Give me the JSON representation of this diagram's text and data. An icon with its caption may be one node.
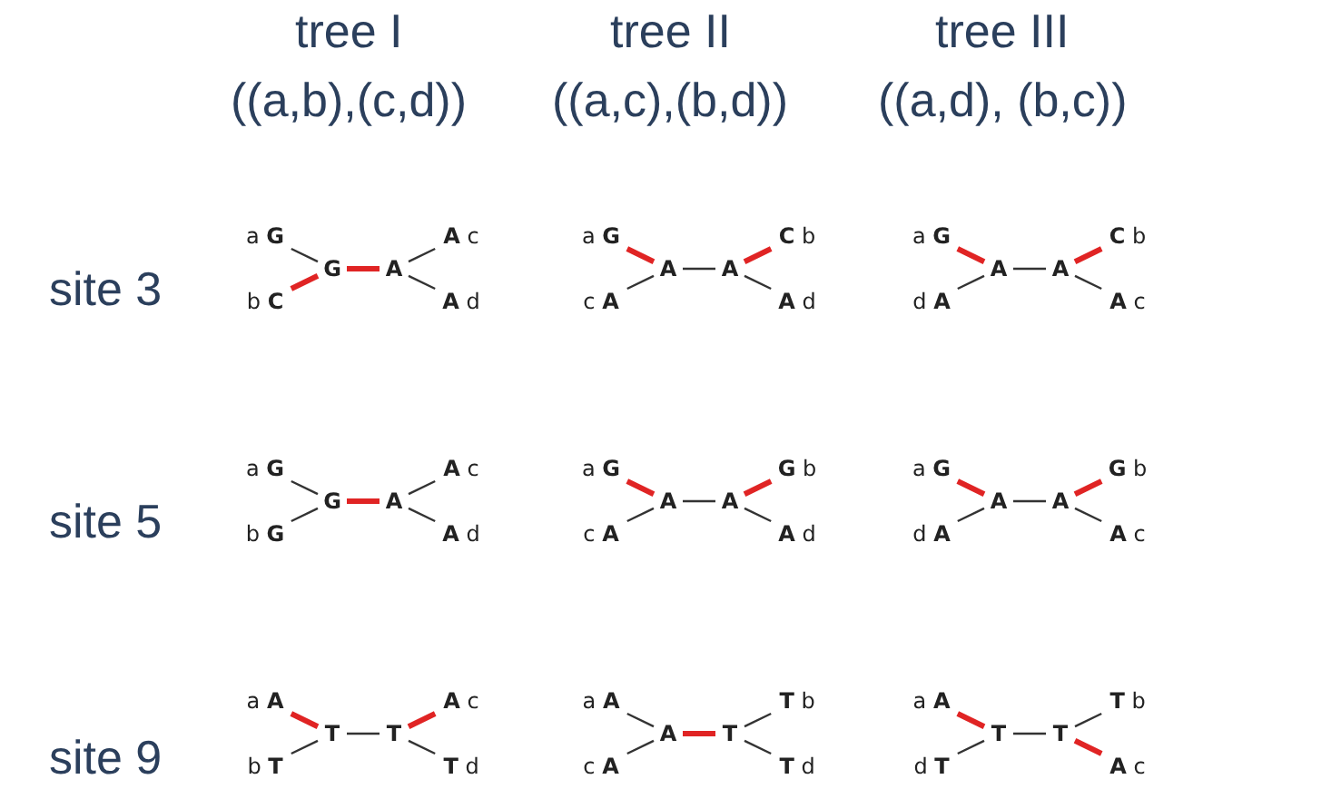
{
  "diagram": {
    "nodes": [
      {
        "text": [
          "a **G**"
        ]
      },
      {
        "text": [
          "b **C**"
        ]
      },
      {
        "text": [
          "**G**"
        ]
      },
      {
        "text": [
          "**A**"
        ]
      },
      {
        "text": [
          "**A** c"
        ]
      },
      {
        "text": [
          "**A** d"
        ]
      },
      {
        "text": [
          "a **G**"
        ]
      },
      {
        "text": [
          "c **A**"
        ]
      },
      {
        "text": [
          "**A**"
        ]
      },
      {
        "text": [
          "**A**"
        ]
      },
      {
        "text": [
          "**C** b"
        ]
      },
      {
        "text": [
          "**A** d"
        ]
      },
      {
        "text": [
          "a **G**"
        ]
      },
      {
        "text": [
          "d **A**"
        ]
      },
      {
        "text": [
          "**A**"
        ]
      },
      {
        "text": [
          "**A**"
        ]
      },
      {
        "text": [
          "**C** b"
        ]
      },
      {
        "text": [
          "**A** c"
        ]
      },
      {
        "text": [
          "a **G**"
        ]
      },
      {
        "text": [
          "b **G**"
        ]
      },
      {
        "text": [
          "**G**"
        ]
      },
      {
        "text": [
          "**A**"
        ]
      },
      {
        "text": [
          "**A** c"
        ]
      },
      {
        "text": [
          "**A** d"
        ]
      },
      {
        "text": [
          "a **G**"
        ]
      },
      {
        "text": [
          "c **A**"
        ]
      },
      {
        "text": [
          "**A**"
        ]
      },
      {
        "text": [
          "**A**"
        ]
      },
      {
        "text": [
          "**G** b"
        ]
      },
      {
        "text": [
          "**A** d"
        ]
      },
      {
        "text": [
          "a **G**"
        ]
      },
      {
        "text": [
          "d **A**"
        ]
      },
      {
        "text": [
          "**A**"
        ]
      },
      {
        "text": [
          "**A**"
        ]
      },
      {
        "text": [
          "**G** b"
        ]
      },
      {
        "text": [
          "**A** c"
        ]
      },
      {
        "text": [
          "a **A**"
        ]
      },
      {
        "text": [
          "b **T**"
        ]
      },
      {
        "text": [
          "**T**"
        ]
      },
      {
        "text": [
          "**T**"
        ]
      },
      {
        "text": [
          "**A** c"
        ]
      },
      {
        "text": [
          "**T** d"
        ]
      },
      {
        "text": [
          "a **A**"
        ]
      },
      {
        "text": [
          "c **A**"
        ]
      },
      {
        "text": [
          "**A**"
        ]
      },
      {
        "text": [
          "**T**"
        ]
      },
      {
        "text": [
          "**T** b"
        ]
      },
      {
        "text": [
          "**T** d"
        ]
      },
      {
        "text": [
          "a **A**"
        ]
      },
      {
        "text": [
          "d **T**"
        ]
      },
      {
        "text": [
          "**T**"
        ]
      },
      {
        "text": [
          "**T**"
        ]
      },
      {
        "text": [
          "**T** b"
        ]
      },
      {
        "text": [
          "**A** c"
        ]
      }
    ],
    "edges": [
      {
        "from": 0,
        "to": 2,
        "arrow": "none"
      },
      {
        "from": 1,
        "to": 2,
        "arrow": "none",
        "style": "thick",
        "color": "#e02424"
      },
      {
        "from": 2,
        "to": 3,
        "arrow": "none",
        "style": "thick",
        "color": "#e02424"
      },
      {
        "from": 3,
        "to": 4,
        "arrow": "none"
      },
      {
        "from": 3,
        "to": 5,
        "arrow": "none"
      },
      {
        "from": 6,
        "to": 8,
        "arrow": "none",
        "style": "thick",
        "color": "#e02424"
      },
      {
        "from": 7,
        "to": 8,
        "arrow": "none"
      },
      {
        "from": 8,
        "to": 9,
        "arrow": "none"
      },
      {
        "from": 9,
        "to": 10,
        "arrow": "none",
        "style": "thick",
        "color": "#e02424"
      },
      {
        "from": 9,
        "to": 11,
        "arrow": "none"
      },
      {
        "from": 12,
        "to": 14,
        "arrow": "none",
        "style": "thick",
        "color": "#e02424"
      },
      {
        "from": 13,
        "to": 14,
        "arrow": "none"
      },
      {
        "from": 14,
        "to": 15,
        "arrow": "none"
      },
      {
        "from": 15,
        "to": 16,
        "arrow": "none",
        "style": "thick",
        "color": "#e02424"
      },
      {
        "from": 15,
        "to": 17,
        "arrow": "none"
      },
      {
        "from": 18,
        "to": 20,
        "arrow": "none"
      },
      {
        "from": 19,
        "to": 20,
        "arrow": "none"
      },
      {
        "from": 20,
        "to": 21,
        "arrow": "none",
        "style": "thick",
        "color": "#e02424"
      },
      {
        "from": 21,
        "to": 22,
        "arrow": "none"
      },
      {
        "from": 21,
        "to": 23,
        "arrow": "none"
      },
      {
        "from": 24,
        "to": 26,
        "arrow": "none",
        "style": "thick",
        "color": "#e02424"
      },
      {
        "from": 25,
        "to": 26,
        "arrow": "none"
      },
      {
        "from": 26,
        "to": 27,
        "arrow": "none"
      },
      {
        "from": 27,
        "to": 28,
        "arrow": "none",
        "style": "thick",
        "color": "#e02424"
      },
      {
        "from": 27,
        "to": 29,
        "arrow": "none"
      },
      {
        "from": 30,
        "to": 32,
        "arrow": "none",
        "style": "thick",
        "color": "#e02424"
      },
      {
        "from": 31,
        "to": 32,
        "arrow": "none"
      },
      {
        "from": 32,
        "to": 33,
        "arrow": "none"
      },
      {
        "from": 33,
        "to": 34,
        "arrow": "none",
        "style": "thick",
        "color": "#e02424"
      },
      {
        "from": 33,
        "to": 35,
        "arrow": "none"
      },
      {
        "from": 36,
        "to": 38,
        "arrow": "none",
        "style": "thick",
        "color": "#e02424"
      },
      {
        "from": 37,
        "to": 38,
        "arrow": "none"
      },
      {
        "from": 38,
        "to": 39,
        "arrow": "none"
      },
      {
        "from": 39,
        "to": 40,
        "arrow": "none",
        "style": "thick",
        "color": "#e02424"
      },
      {
        "from": 39,
        "to": 41,
        "arrow": "none"
      },
      {
        "from": 42,
        "to": 44,
        "arrow": "none"
      },
      {
        "from": 43,
        "to": 44,
        "arrow": "none"
      },
      {
        "from": 44,
        "to": 45,
        "arrow": "none",
        "style": "thick",
        "color": "#e02424"
      },
      {
        "from": 45,
        "to": 46,
        "arrow": "none"
      },
      {
        "from": 45,
        "to": 47,
        "arrow": "none"
      },
      {
        "from": 48,
        "to": 50,
        "arrow": "none",
        "style": "thick",
        "color": "#e02424"
      },
      {
        "from": 49,
        "to": 50,
        "arrow": "none"
      },
      {
        "from": 50,
        "to": 51,
        "arrow": "none"
      },
      {
        "from": 51,
        "to": 52,
        "arrow": "none"
      },
      {
        "from": 51,
        "to": 53,
        "arrow": "none",
        "style": "thick",
        "color": "#e02424"
      }
    ],
    "labels": [
      "tree I",
      "tree II",
      "tree III",
      "((a,b),(c,d))",
      "((a,c),(b,d))",
      "((a,d), (b,c))",
      "site 3",
      "site 5",
      "site 9"
    ]
  }
}
